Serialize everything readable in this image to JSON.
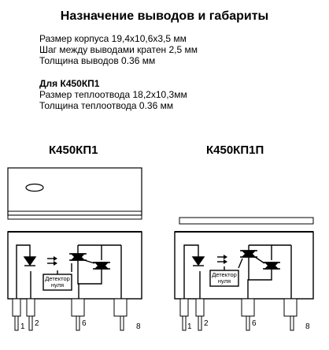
{
  "title": "Назначение выводов и габариты",
  "specs": [
    "Размер корпуса 19,4х10,6х3,5 мм",
    "Шаг между выводами кратен 2,5 мм",
    "Толщина выводов 0.36 мм"
  ],
  "heatsink_header": "Для К450КП1",
  "heatsink_specs": [
    "Размер теплоотвода 18,2х10,3мм",
    "Толщина теплоотвода  0.36 мм"
  ],
  "chips": [
    {
      "name": "К450КП1",
      "detector": [
        "Детектор",
        "нуля"
      ],
      "pins": [
        "1",
        "2",
        "6",
        "8"
      ]
    },
    {
      "name": "К450КП1П",
      "detector": [
        "Детектор",
        "нуля"
      ],
      "pins": [
        "1",
        "2",
        "6",
        "8"
      ]
    }
  ]
}
